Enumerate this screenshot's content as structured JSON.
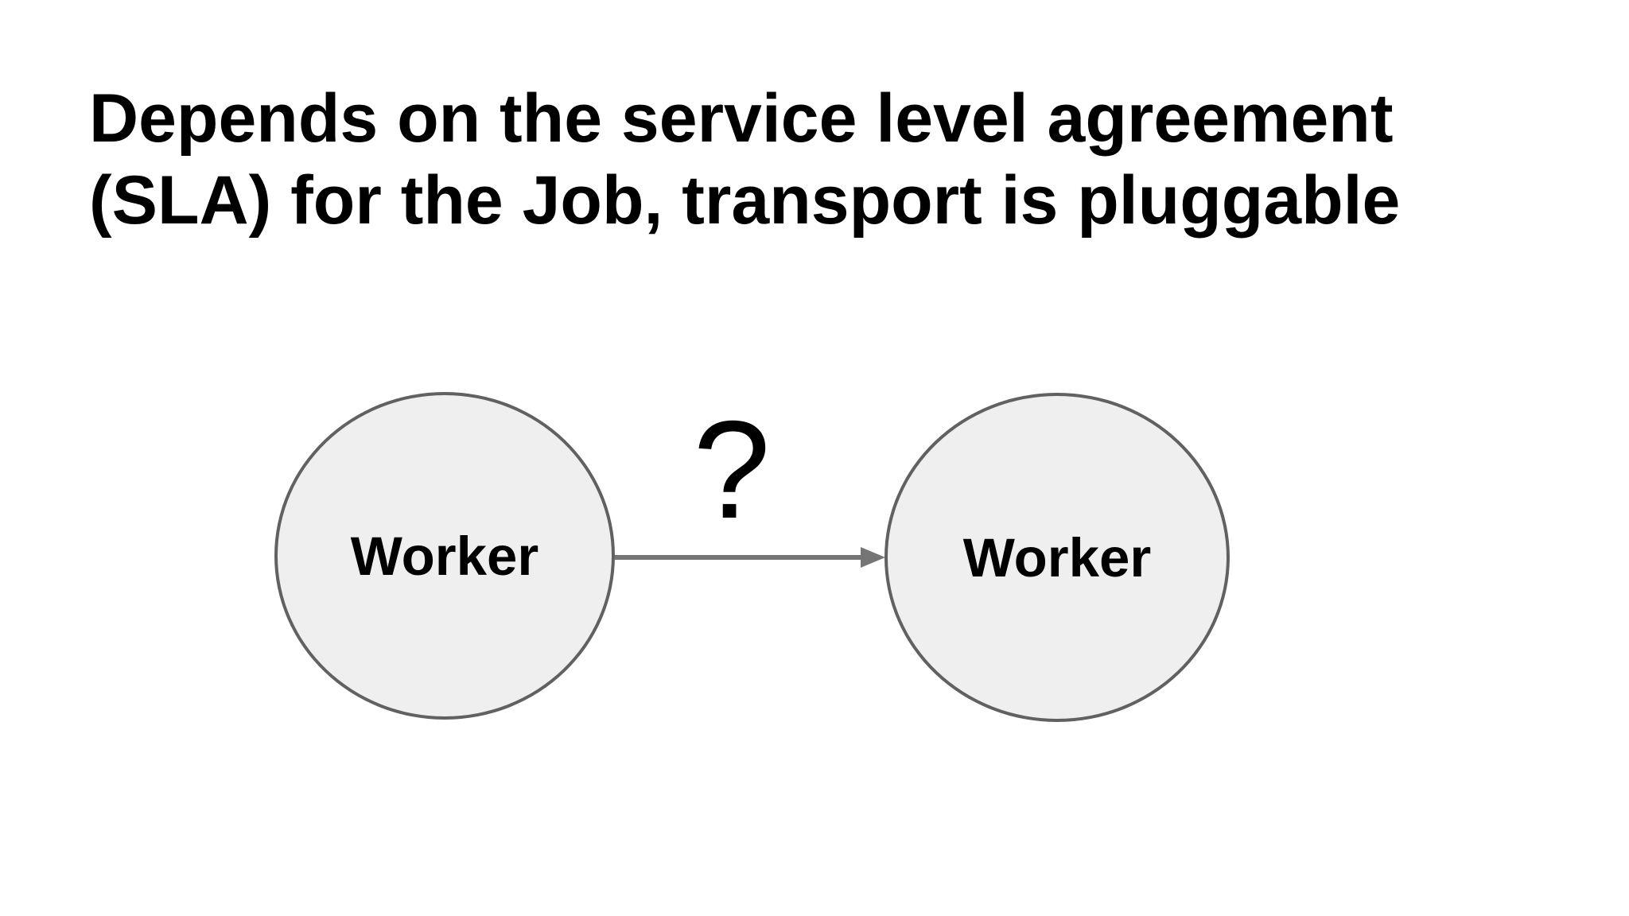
{
  "slide": {
    "title": {
      "line1": "Depends on the service level agreement",
      "line2": "(SLA) for the Job, transport is pluggable"
    },
    "diagram": {
      "nodes": [
        {
          "label": "Worker"
        },
        {
          "label": "Worker"
        }
      ],
      "connector": {
        "label": "?"
      }
    },
    "colors": {
      "background": "#ffffff",
      "title_text": "#000000",
      "node_fill": "#efefef",
      "node_border": "#616161",
      "node_label_text": "#000000",
      "arrow": "#757575",
      "connector_label_text": "#000000"
    }
  }
}
